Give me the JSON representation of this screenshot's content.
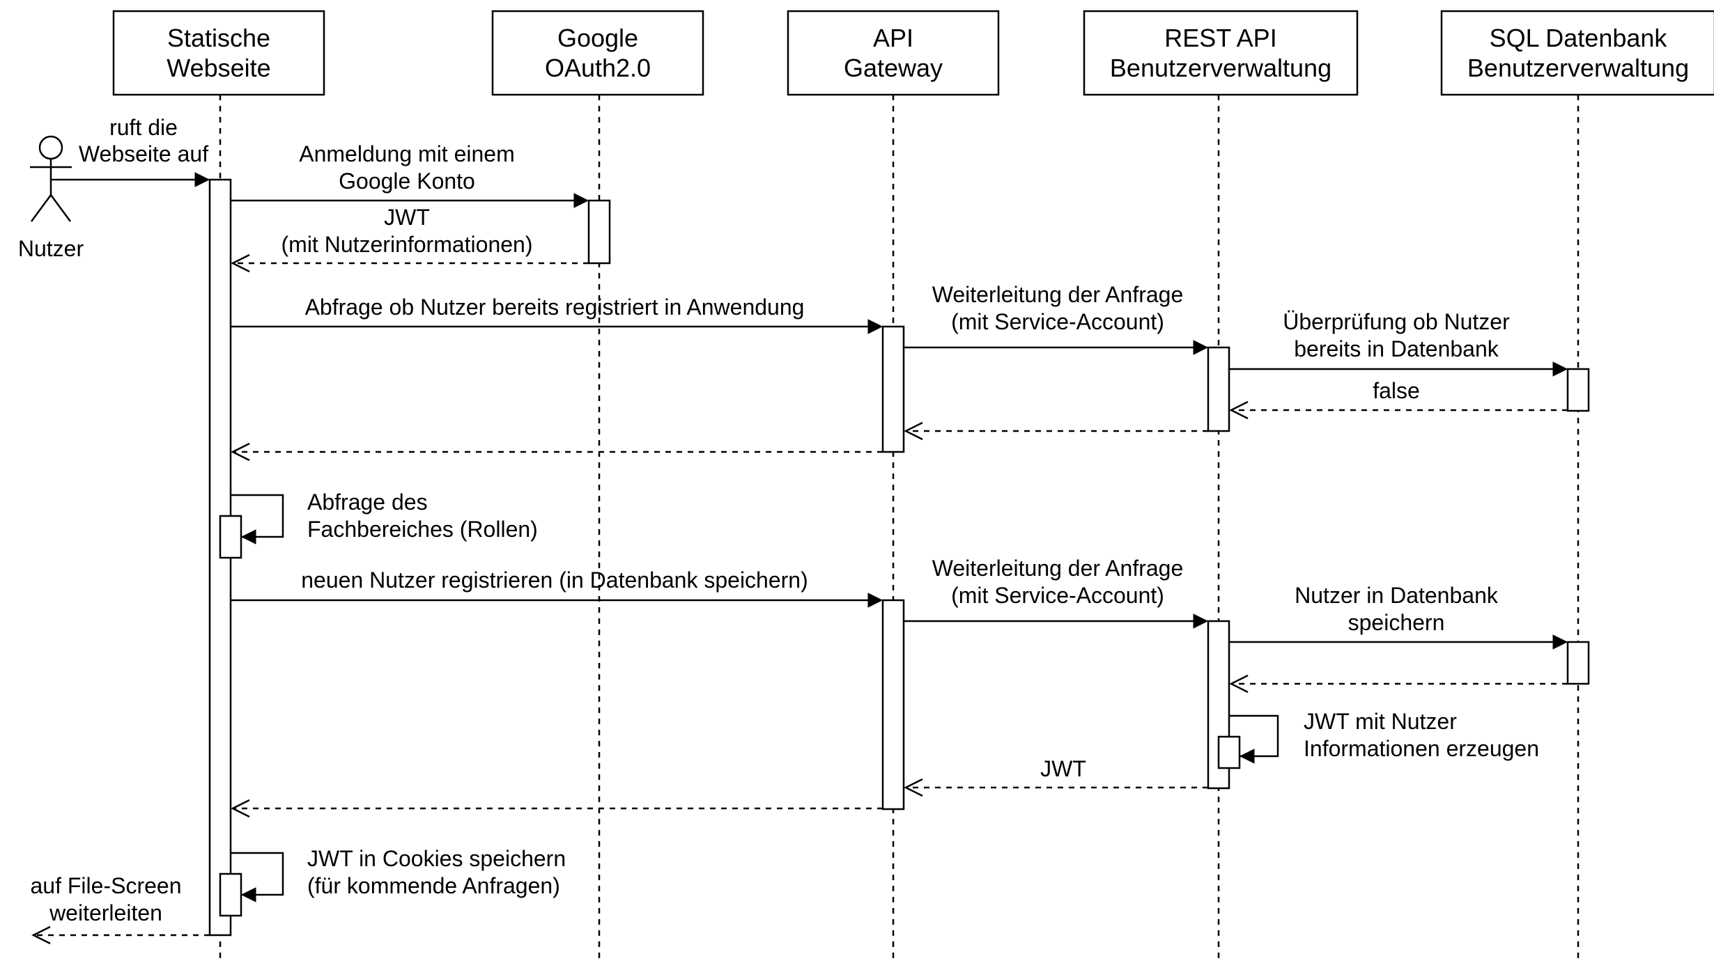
{
  "participants": [
    {
      "id": "site",
      "lines": [
        "Statische",
        "Webseite"
      ]
    },
    {
      "id": "oauth",
      "lines": [
        "Google",
        "OAuth2.0"
      ]
    },
    {
      "id": "gw",
      "lines": [
        "API",
        "Gateway"
      ]
    },
    {
      "id": "rest",
      "lines": [
        "REST API",
        "Benutzerverwaltung"
      ]
    },
    {
      "id": "sql",
      "lines": [
        "SQL Datenbank",
        "Benutzerverwaltung"
      ]
    }
  ],
  "actor": {
    "label": "Nutzer"
  },
  "messages": [
    {
      "id": "m-call-site",
      "lines": [
        "ruft die",
        "Webseite auf"
      ]
    },
    {
      "id": "m-google-login",
      "lines": [
        "Anmeldung mit einem",
        "Google Konto"
      ]
    },
    {
      "id": "m-jwt-info",
      "lines": [
        "JWT",
        "(mit Nutzerinformationen)"
      ]
    },
    {
      "id": "m-query-reg",
      "lines": [
        "Abfrage ob Nutzer bereits registriert in Anwendung"
      ]
    },
    {
      "id": "m-forward-1",
      "lines": [
        "Weiterleitung der Anfrage",
        "(mit Service-Account)"
      ]
    },
    {
      "id": "m-check-db",
      "lines": [
        "Überprüfung ob Nutzer",
        "bereits in Datenbank"
      ]
    },
    {
      "id": "m-false",
      "lines": [
        "false"
      ]
    },
    {
      "id": "m-faculty",
      "lines": [
        "Abfrage des",
        "Fachbereiches (Rollen)"
      ]
    },
    {
      "id": "m-register",
      "lines": [
        "neuen Nutzer registrieren (in Datenbank speichern)"
      ]
    },
    {
      "id": "m-forward-2",
      "lines": [
        "Weiterleitung der Anfrage",
        "(mit Service-Account)"
      ]
    },
    {
      "id": "m-save-user",
      "lines": [
        "Nutzer in Datenbank",
        "speichern"
      ]
    },
    {
      "id": "m-gen-jwt",
      "lines": [
        "JWT mit Nutzer",
        "Informationen erzeugen"
      ]
    },
    {
      "id": "m-jwt",
      "lines": [
        "JWT"
      ]
    },
    {
      "id": "m-cookies",
      "lines": [
        "JWT in Cookies speichern",
        "(für kommende Anfragen)"
      ]
    },
    {
      "id": "m-redirect",
      "lines": [
        "auf File-Screen",
        "weiterleiten"
      ]
    }
  ]
}
